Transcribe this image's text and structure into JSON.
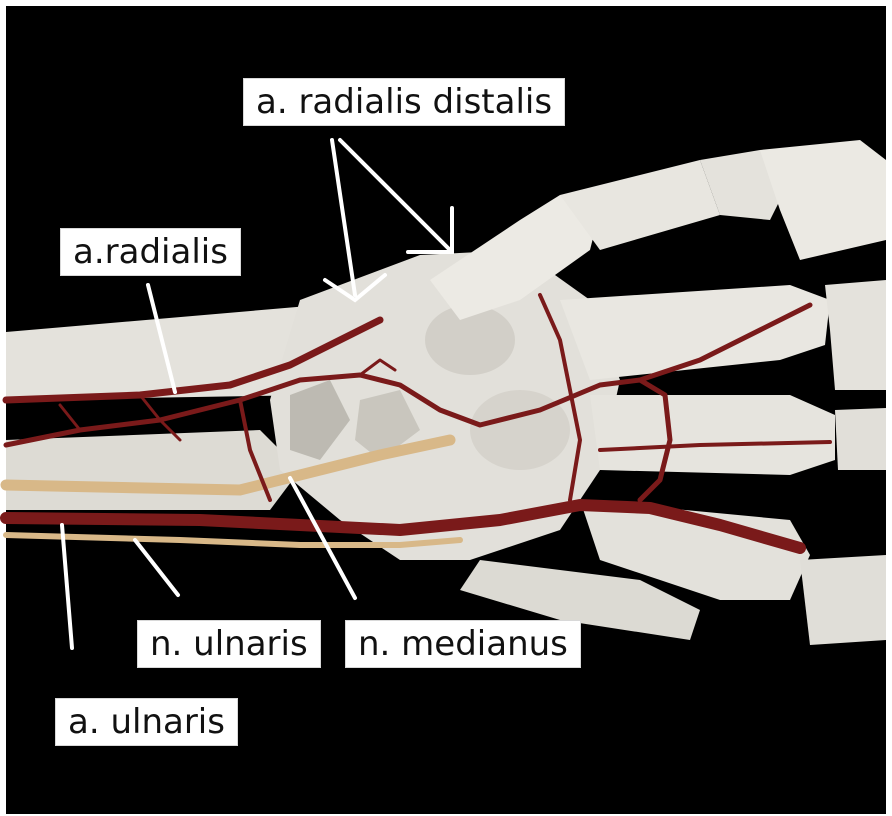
{
  "figure": {
    "background_color": "#000000",
    "bone_color": "#e6e4de",
    "artery_color": "#7a1a1a",
    "nerve_color": "#d8b888",
    "labels": {
      "radialis_distalis": "a. radialis distalis",
      "radialis": "a.radialis",
      "ulnaris_nerve": "n. ulnaris",
      "medianus_nerve": "n. medianus",
      "ulnaris_artery": "a. ulnaris"
    }
  }
}
